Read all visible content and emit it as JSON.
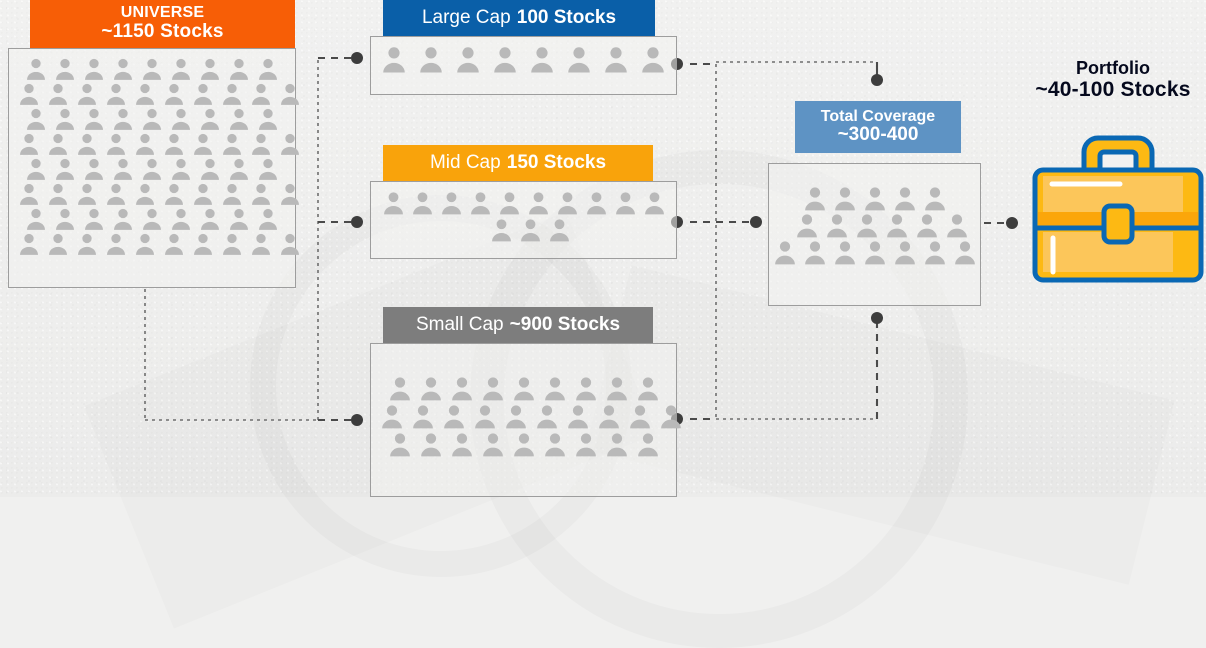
{
  "diagram": {
    "title": "Stock universe funnel to portfolio",
    "colors": {
      "universe": "#f75e06",
      "large_cap": "#0a5fa8",
      "mid_cap": "#f9a30b",
      "small_cap": "#7d7d7d",
      "total_coverage": "#5e93c4",
      "portfolio_fill": "#fdb913",
      "portfolio_outline": "#0a68b4",
      "person": "#b9b9b9",
      "box_border": "#9d9d9d",
      "connector": "#555555",
      "background": "#f0f0ef",
      "header_text": "#ffffff",
      "portfolio_text": "#05091d"
    },
    "groups": [
      {
        "id": "universe",
        "caption": "UNIVERSE",
        "count_label": "~1150 Stocks",
        "people_rows": [
          9,
          10,
          9,
          10,
          9,
          10,
          9,
          10
        ]
      },
      {
        "id": "large-cap",
        "caption": "Large Cap",
        "count_label": "100 Stocks",
        "people_rows": [
          8
        ]
      },
      {
        "id": "mid-cap",
        "caption": "Mid Cap",
        "count_label": "150 Stocks",
        "people_rows": [
          10,
          3
        ]
      },
      {
        "id": "small-cap",
        "caption": "Small Cap",
        "count_label": "~900 Stocks",
        "people_rows": [
          9,
          10,
          9
        ]
      },
      {
        "id": "total-coverage",
        "caption": "Total Coverage",
        "count_label": "~300-400",
        "people_rows": [
          5,
          6,
          7
        ]
      }
    ],
    "portfolio": {
      "label": "Portfolio",
      "count_label": "~40-100 Stocks",
      "icon": "briefcase-icon"
    },
    "connectors": {
      "style": "dashed-and-dotted",
      "node_dot_color": "#3d3d3d",
      "links": [
        {
          "from": "universe",
          "to": "large-cap"
        },
        {
          "from": "universe",
          "to": "mid-cap"
        },
        {
          "from": "universe",
          "to": "small-cap"
        },
        {
          "from": "large-cap",
          "to": "total-coverage"
        },
        {
          "from": "mid-cap",
          "to": "total-coverage"
        },
        {
          "from": "small-cap",
          "to": "total-coverage"
        },
        {
          "from": "total-coverage",
          "to": "portfolio"
        }
      ]
    }
  }
}
